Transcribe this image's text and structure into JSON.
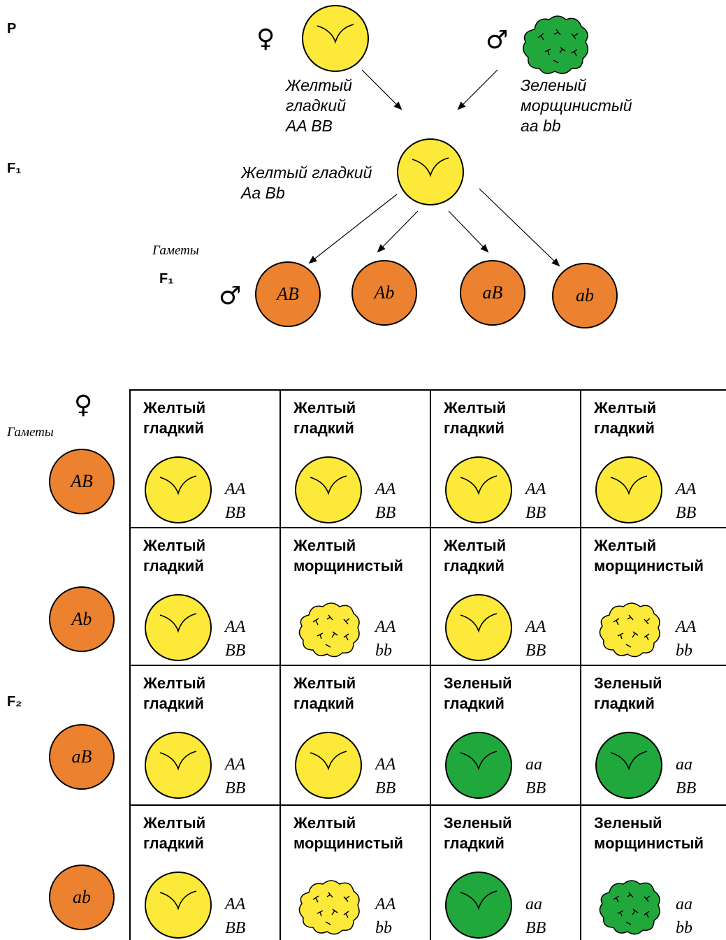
{
  "generations": {
    "p": "P",
    "f1": "F₁",
    "f1_gametes": "F₁",
    "f2": "F₂"
  },
  "symbols": {
    "female": "♀",
    "male": "♂"
  },
  "parents": {
    "female": {
      "phenotype_line1": "Желтый",
      "phenotype_line2": "гладкий",
      "genotype": "AA BB",
      "color": "#fde93a",
      "texture": "smooth"
    },
    "male": {
      "phenotype_line1": "Зеленый",
      "phenotype_line2": "морщинистый",
      "genotype": "aa bb",
      "color": "#21a83d",
      "texture": "wrinkled"
    }
  },
  "f1": {
    "phenotype": "Желтый гладкий",
    "genotype": "Aa Bb"
  },
  "gametes_label": "Гаметы",
  "male_gametes": [
    "AB",
    "Ab",
    "aB",
    "ab"
  ],
  "female_gametes": [
    "AB",
    "Ab",
    "aB",
    "ab"
  ],
  "colors": {
    "yellow": "#fde93a",
    "green": "#21a83d",
    "gamete": "#ec8230"
  },
  "punnett": [
    [
      {
        "line1": "Желтый",
        "line2": "гладкий",
        "g1": "AA",
        "g2": "BB",
        "color": "yellow",
        "texture": "smooth"
      },
      {
        "line1": "Желтый",
        "line2": "гладкий",
        "g1": "AA",
        "g2": "BB",
        "color": "yellow",
        "texture": "smooth"
      },
      {
        "line1": "Желтый",
        "line2": "гладкий",
        "g1": "AA",
        "g2": "BB",
        "color": "yellow",
        "texture": "smooth"
      },
      {
        "line1": "Желтый",
        "line2": "гладкий",
        "g1": "AA",
        "g2": "BB",
        "color": "yellow",
        "texture": "smooth"
      }
    ],
    [
      {
        "line1": "Желтый",
        "line2": "гладкий",
        "g1": "AA",
        "g2": "BB",
        "color": "yellow",
        "texture": "smooth"
      },
      {
        "line1": "Желтый",
        "line2": "морщинистый",
        "g1": "AA",
        "g2": "bb",
        "color": "yellow",
        "texture": "wrinkled"
      },
      {
        "line1": "Желтый",
        "line2": "гладкий",
        "g1": "AA",
        "g2": "BB",
        "color": "yellow",
        "texture": "smooth"
      },
      {
        "line1": "Желтый",
        "line2": "морщинистый",
        "g1": "AA",
        "g2": "bb",
        "color": "yellow",
        "texture": "wrinkled"
      }
    ],
    [
      {
        "line1": "Желтый",
        "line2": "гладкий",
        "g1": "AA",
        "g2": "BB",
        "color": "yellow",
        "texture": "smooth"
      },
      {
        "line1": "Желтый",
        "line2": "гладкий",
        "g1": "AA",
        "g2": "BB",
        "color": "yellow",
        "texture": "smooth"
      },
      {
        "line1": "Зеленый",
        "line2": "гладкий",
        "g1": "aa",
        "g2": "BB",
        "color": "green",
        "texture": "smooth"
      },
      {
        "line1": "Зеленый",
        "line2": "гладкий",
        "g1": "aa",
        "g2": "BB",
        "color": "green",
        "texture": "smooth"
      }
    ],
    [
      {
        "line1": "Желтый",
        "line2": "гладкий",
        "g1": "AA",
        "g2": "BB",
        "color": "yellow",
        "texture": "smooth"
      },
      {
        "line1": "Желтый",
        "line2": "морщинистый",
        "g1": "AA",
        "g2": "bb",
        "color": "yellow",
        "texture": "wrinkled"
      },
      {
        "line1": "Зеленый",
        "line2": "гладкий",
        "g1": "aa",
        "g2": "BB",
        "color": "green",
        "texture": "smooth"
      },
      {
        "line1": "Зеленый",
        "line2": "морщинистый",
        "g1": "aa",
        "g2": "bb",
        "color": "green",
        "texture": "wrinkled"
      }
    ]
  ]
}
